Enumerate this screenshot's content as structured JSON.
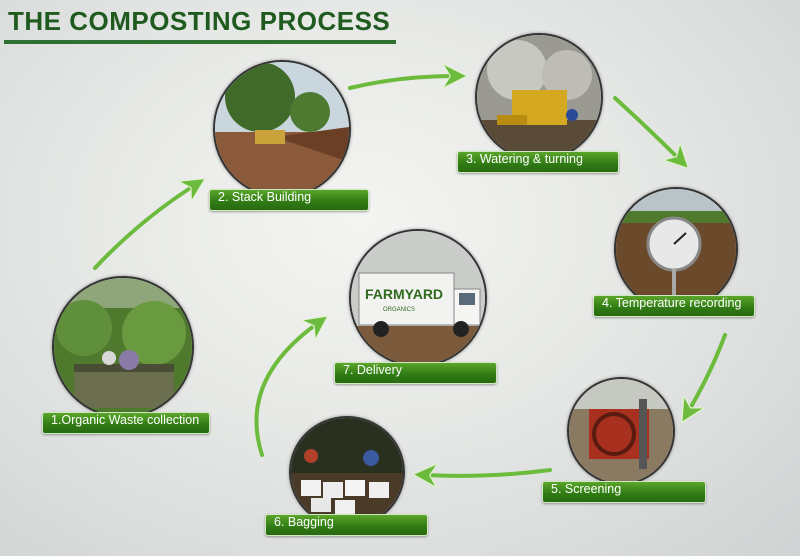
{
  "title": "THE COMPOSTING PROCESS",
  "steps": [
    {
      "label": "1.Organic Waste collection"
    },
    {
      "label": "2. Stack Building"
    },
    {
      "label": "3. Watering & turning"
    },
    {
      "label": "4. Temperature recording"
    },
    {
      "label": "5. Screening"
    },
    {
      "label": "6. Bagging"
    },
    {
      "label": "7. Delivery"
    }
  ],
  "truck_text": {
    "line1": "FARMYARD",
    "line2": "ORGANICS"
  },
  "colors": {
    "title": "#1f5a1f",
    "label_bg": "#3b8a1c",
    "arrow": "#6cbb3c"
  }
}
